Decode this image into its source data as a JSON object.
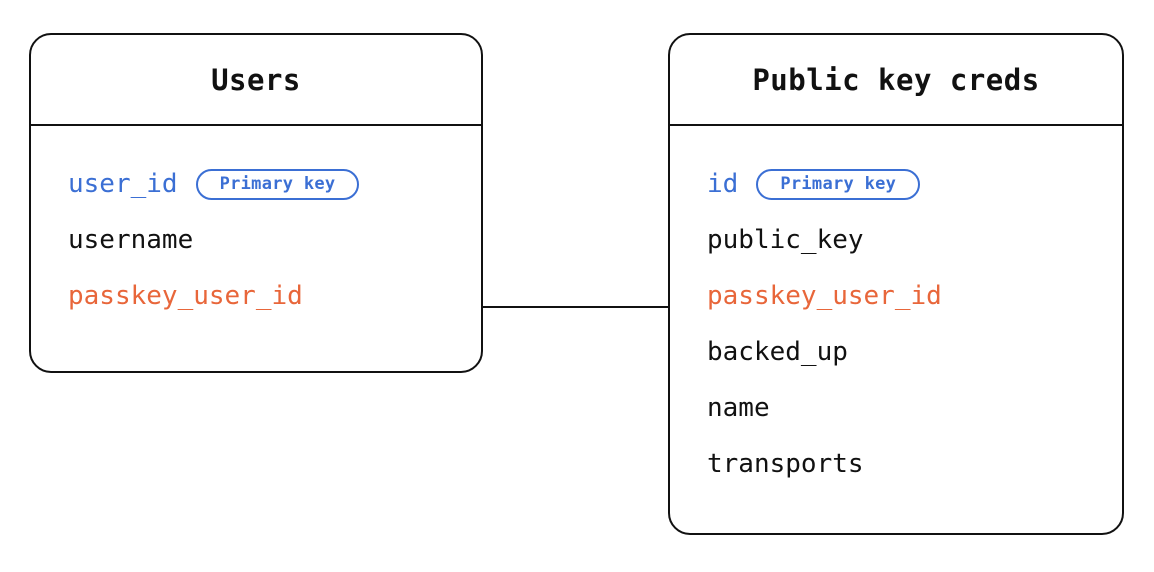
{
  "diagram": {
    "type": "entity-relationship-diagram",
    "background_color": "#ffffff",
    "colors": {
      "border": "#111111",
      "text": "#111111",
      "primary_key": "#3b6fd4",
      "foreign_key": "#e8663a",
      "badge_border": "#3b6fd4",
      "connector": "#111111"
    }
  },
  "entities": [
    {
      "id": "users",
      "title": "Users",
      "fields": [
        {
          "name": "user_id",
          "role": "pk",
          "badge": "Primary key"
        },
        {
          "name": "username",
          "role": "plain",
          "badge": null
        },
        {
          "name": "passkey_user_id",
          "role": "fk",
          "badge": null
        }
      ]
    },
    {
      "id": "public-key-creds",
      "title": "Public key creds",
      "fields": [
        {
          "name": "id",
          "role": "pk",
          "badge": "Primary key"
        },
        {
          "name": "public_key",
          "role": "plain",
          "badge": null
        },
        {
          "name": "passkey_user_id",
          "role": "fk",
          "badge": null
        },
        {
          "name": "backed_up",
          "role": "plain",
          "badge": null
        },
        {
          "name": "name",
          "role": "plain",
          "badge": null
        },
        {
          "name": "transports",
          "role": "plain",
          "badge": null
        }
      ]
    }
  ],
  "relationships": [
    {
      "from_entity": "users",
      "from_field": "passkey_user_id",
      "to_entity": "public-key-creds",
      "to_field": "passkey_user_id"
    }
  ]
}
